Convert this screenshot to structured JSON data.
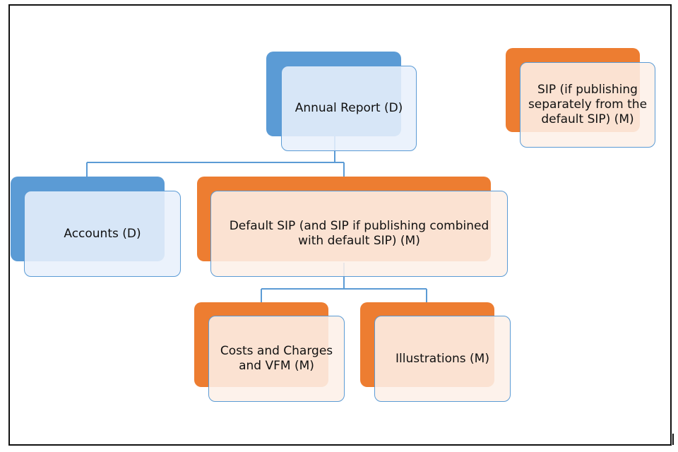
{
  "diagram": {
    "nodes": [
      {
        "id": "annual-report",
        "label": "Annual Report (D)",
        "scheme": "blue"
      },
      {
        "id": "accounts",
        "label": "Accounts (D)",
        "scheme": "blue"
      },
      {
        "id": "default-sip",
        "label": "Default SIP  (and SIP if publishing combined with default SIP) (M)",
        "scheme": "orange"
      },
      {
        "id": "costs-and-charges",
        "label": "Costs and Charges and VFM (M)",
        "scheme": "orange"
      },
      {
        "id": "illustrations",
        "label": "Illustrations (M)",
        "scheme": "orange"
      },
      {
        "id": "sip-separate",
        "label": "SIP (if publishing separately from the default SIP) (M)",
        "scheme": "orange"
      }
    ],
    "edges": [
      {
        "from": "annual-report",
        "to": "accounts"
      },
      {
        "from": "annual-report",
        "to": "default-sip"
      },
      {
        "from": "default-sip",
        "to": "costs-and-charges"
      },
      {
        "from": "default-sip",
        "to": "illustrations"
      }
    ]
  },
  "colors": {
    "blue_accent": "#5b9bd5",
    "orange_accent": "#ed7d31",
    "blue_fill": "#e8f0fc",
    "orange_fill": "#fdf0e8",
    "frame_border": "#111111"
  }
}
